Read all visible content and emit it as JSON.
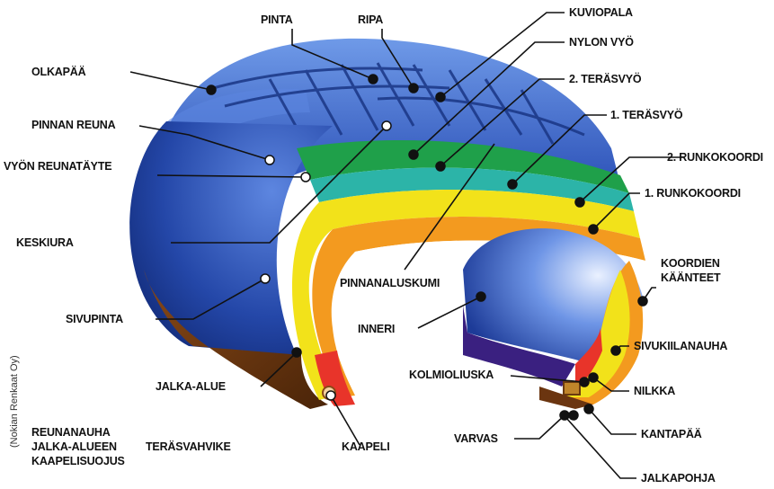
{
  "labels": {
    "pinta": "PINTA",
    "ripa": "RIPA",
    "kuviopala": "KUVIOPALA",
    "nylon_vyo": "NYLON VYÖ",
    "terasvyo2": "2. TERÄSVYÖ",
    "terasvyo1": "1. TERÄSVYÖ",
    "runkokoordi2": "2. RUNKOKOORDI",
    "runkokoordi1": "1. RUNKOKOORDI",
    "koordien": "KOORDIEN",
    "kaanteet": "KÄÄNTEET",
    "olkapaa": "OLKAPÄÄ",
    "pinnan_reuna": "PINNAN REUNA",
    "vyon_reunatayte": "VYÖN REUNATÄYTE",
    "keskiura": "KESKIURA",
    "sivupinta": "SIVUPINTA",
    "jalka_alue": "JALKA-ALUE",
    "reunanauha": "REUNANAUHA",
    "jalka_alueen": "JALKA-ALUEEN",
    "terasvahvike": "TERÄSVAHVIKE",
    "kaapelisuojus": "KAAPELISUOJUS",
    "kaapeli": "KAAPELI",
    "pinnanaluskumi": "PINNANALUSKUMI",
    "inneri": "INNERI",
    "kolmioliuska": "KOLMIOLIUSKA",
    "varvas": "VARVAS",
    "sivukiilanauha": "SIVUKIILANAUHA",
    "nilkka": "NILKKA",
    "kantapaa": "KANTAPÄÄ",
    "jalkapohja": "JALKAPOHJA"
  },
  "credit": "(Nokian Renkaat Oy)",
  "colors": {
    "tread_blue": "#3a63c8",
    "sidewall_blue": "#1f3f9a",
    "inner_liner_brown": "#6b3510",
    "nylon_green": "#1fa04a",
    "steel_belt_teal": "#2cb4a8",
    "cord_yellow": "#f2e21a",
    "cord_orange": "#f39a1f",
    "bead_red": "#e8342a"
  }
}
